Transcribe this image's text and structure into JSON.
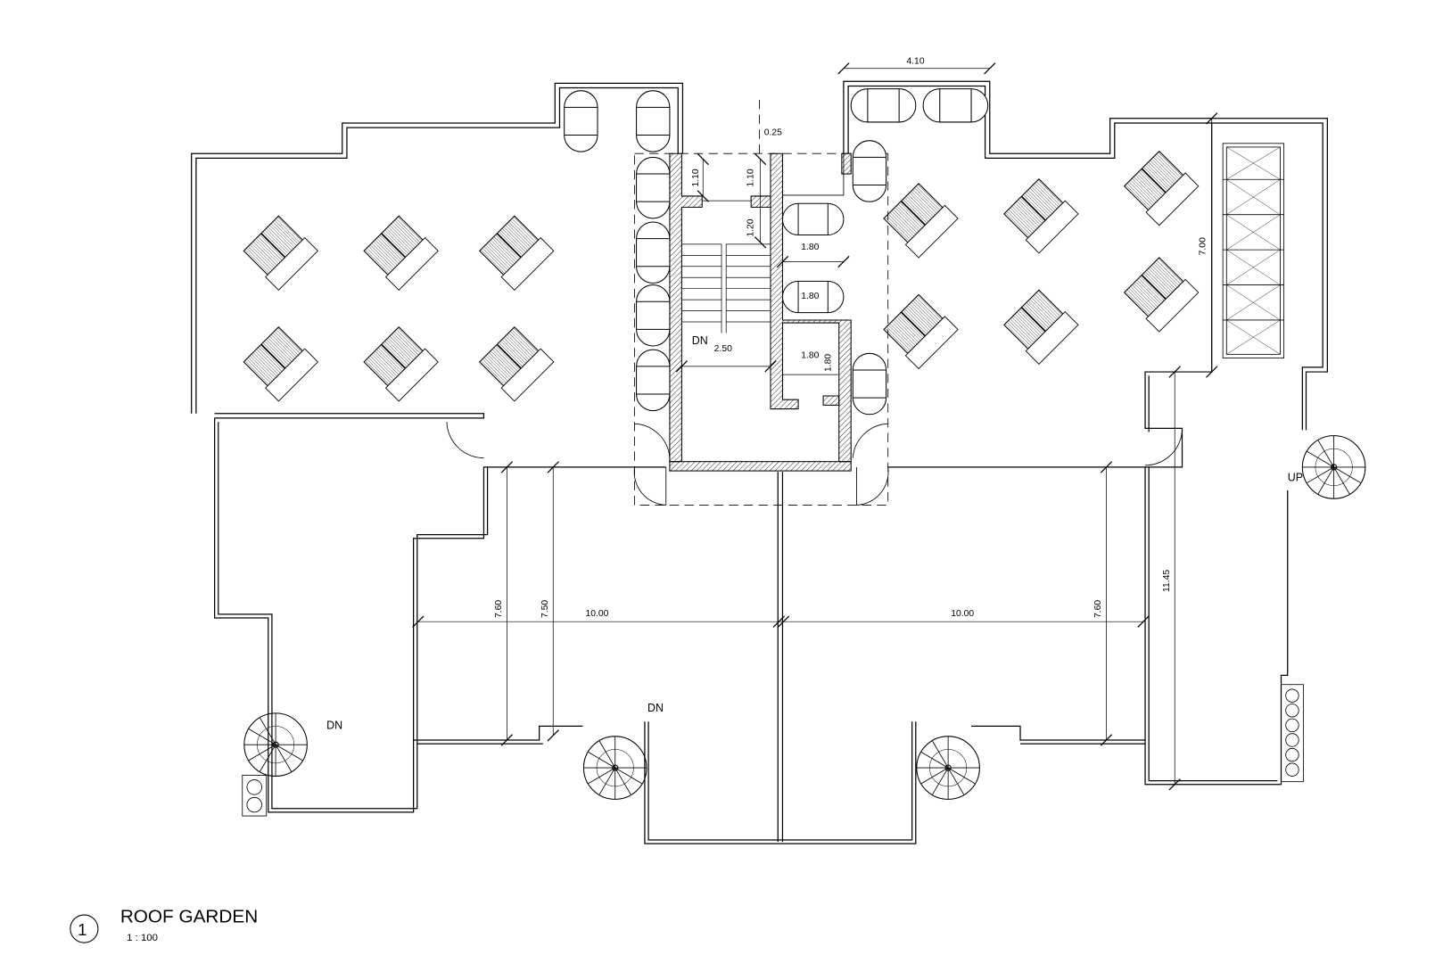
{
  "drawing": {
    "view_number": "1",
    "title": "ROOF GARDEN",
    "scale": "1 : 100"
  },
  "dimensions": {
    "top_width": "4.10",
    "wall_thickness": "0.25",
    "landing_left": "1.10",
    "landing_right": "1.10",
    "landing_depth": "1.20",
    "lift_width": "1.80",
    "lift_inner": "1.80",
    "shaft_width": "1.80",
    "shaft_depth": "1.80",
    "stair_width": "2.50",
    "right_wing_depth": "7.00",
    "right_side_length": "11.45",
    "left_bay_depth_a": "7.60",
    "left_bay_depth_b": "7.50",
    "left_span": "10.00",
    "right_span": "10.00",
    "right_bay_depth": "7.60"
  },
  "labels": {
    "stair_dn": "DN",
    "left_dn": "DN",
    "center_dn": "DN",
    "right_up": "UP"
  }
}
